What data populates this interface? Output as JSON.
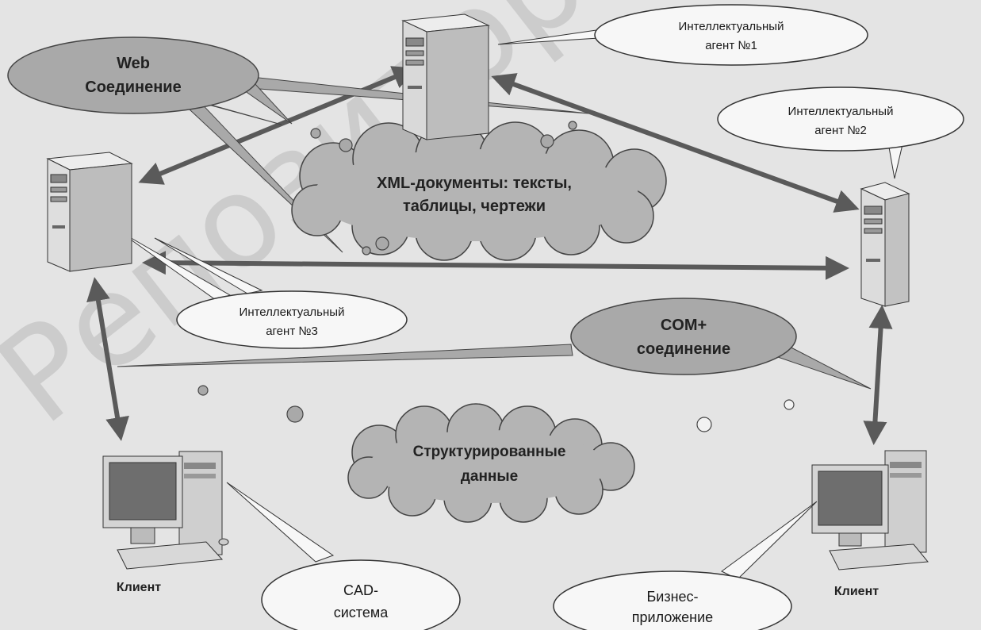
{
  "watermark": "Репозиторий",
  "callouts": {
    "web_connection": {
      "line1": "Web",
      "line2": "Соединение"
    },
    "com_connection": {
      "line1": "COM+",
      "line2": "соединение"
    },
    "agent1": {
      "line1": "Интеллектуальный",
      "line2": "агент №1"
    },
    "agent2": {
      "line1": "Интеллектуальный",
      "line2": "агент №2"
    },
    "agent3": {
      "line1": "Интеллектуальный",
      "line2": "агент №3"
    },
    "cad": {
      "line1": "CAD-",
      "line2": "система"
    },
    "business": {
      "line1": "Бизнес-",
      "line2": "приложение"
    }
  },
  "clouds": {
    "xml_documents": {
      "line1": "XML-документы: тексты,",
      "line2": "таблицы, чертежи"
    },
    "structured_data": {
      "line1": "Структурированные",
      "line2": "данные"
    }
  },
  "clients": {
    "left_label": "Клиент",
    "right_label": "Клиент"
  },
  "colors": {
    "arrow": "#5a5a5a",
    "bubble_fill": "#a9a9a9",
    "oval_fill": "#f7f7f7",
    "cloud_fill": "#b4b4b4",
    "server_body": "#d9d9d9",
    "monitor_screen": "#6e6e6e"
  }
}
